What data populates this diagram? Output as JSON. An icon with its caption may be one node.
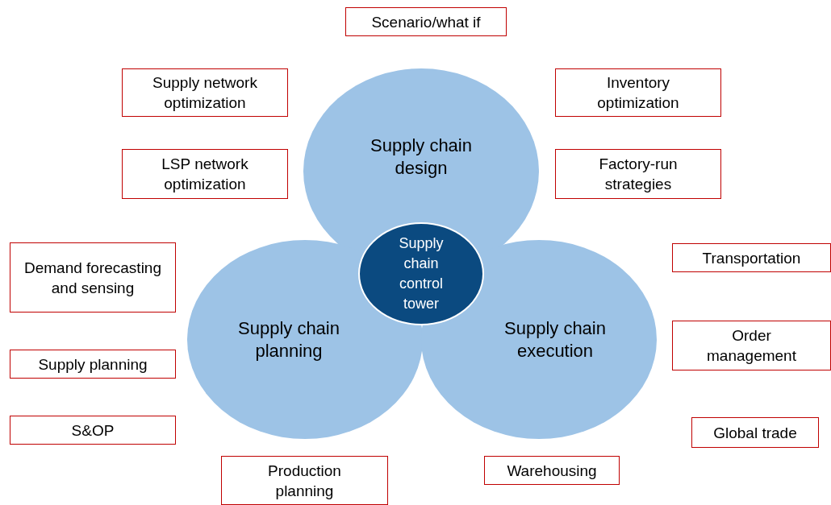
{
  "diagram": {
    "nodes": [
      {
        "text": [
          "Scenario/what if"
        ]
      },
      {
        "text": [
          "Supply network optimization"
        ]
      },
      {
        "text": [
          "Inventory optimization"
        ]
      },
      {
        "text": [
          "Supply chain design"
        ]
      },
      {
        "text": [
          "LSP network optimization"
        ]
      },
      {
        "text": [
          "Factory-run strategies"
        ]
      },
      {
        "text": [
          "Demand forecasting and sensing"
        ]
      },
      {
        "text": [
          "Supply chain control tower"
        ]
      },
      {
        "text": [
          "Transportation"
        ]
      },
      {
        "text": [
          "Supply chain planning"
        ]
      },
      {
        "text": [
          "Supply chain execution"
        ]
      },
      {
        "text": [
          "Order management"
        ]
      },
      {
        "text": [
          "Supply planning"
        ]
      },
      {
        "text": [
          "S&OP"
        ]
      },
      {
        "text": [
          "Global trade"
        ]
      },
      {
        "text": [
          "Production planning"
        ]
      },
      {
        "text": [
          "Warehousing"
        ]
      }
    ]
  }
}
